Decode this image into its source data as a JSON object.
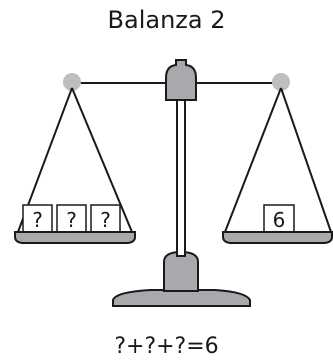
{
  "title": "Balanza 2",
  "left_pan": {
    "boxes": [
      "?",
      "?",
      "?"
    ]
  },
  "right_pan": {
    "boxes": [
      "6"
    ]
  },
  "equation": "?+?+?=6",
  "colors": {
    "pan_gray": "#a7a9ac",
    "outline": "#1a1a1a",
    "pivot_gray": "#bcbec0"
  }
}
